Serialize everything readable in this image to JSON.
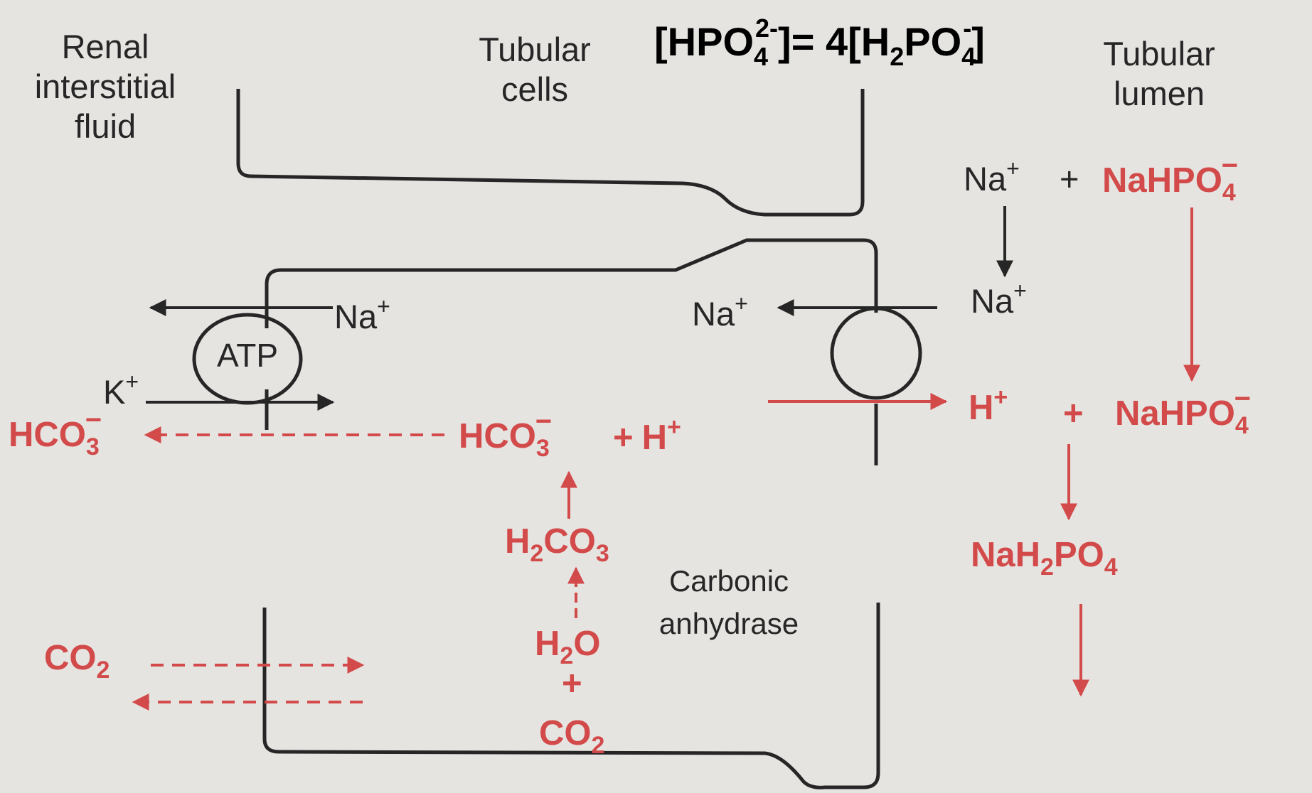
{
  "header": {
    "renal": [
      "Renal",
      "interstitial",
      "fluid"
    ],
    "tubular_cells": [
      "Tubular",
      "cells"
    ],
    "tubular_lumen": [
      "Tubular",
      "lumen"
    ],
    "equation": {
      "open": "[HPO",
      "sub1": "4",
      "sup1": "2-",
      "mid": "]= 4[H",
      "sub2": "2",
      "po": "PO",
      "sub3": "4",
      "sup2": "-",
      "close": "]"
    }
  },
  "lumen_chain": {
    "na_plus": "Na",
    "plus_sign": "+",
    "nahpo4": "NaHPO",
    "sub4": "4",
    "minus": "−",
    "na_plus_2": "Na",
    "h_plus": "H",
    "nahpo4_2": "NaHPO",
    "nah2po4": {
      "nah": "NaH",
      "sub2": "2",
      "po": "PO",
      "sub4": "4"
    }
  },
  "cell": {
    "atp": "ATP",
    "na_out": "Na",
    "k_in": "K",
    "na_cell": "Na",
    "hco3_cell": "HCO",
    "h_cell": "H",
    "h2co3": {
      "h": "H",
      "sub2": "2",
      "co": "CO",
      "sub3": "3"
    },
    "carbonic": [
      "Carbonic",
      "anhydrase"
    ],
    "h2o": {
      "h": "H",
      "sub2": "2",
      "o": "O"
    },
    "co2_cell": {
      "co": "CO",
      "sub2": "2"
    }
  },
  "interstitial": {
    "hco3_out": "HCO",
    "sub3": "3",
    "co2_out": {
      "co": "CO",
      "sub2": "2"
    }
  },
  "colors": {
    "red": "#d24a4a",
    "dark": "#262626",
    "background": "#e6e4e1"
  }
}
